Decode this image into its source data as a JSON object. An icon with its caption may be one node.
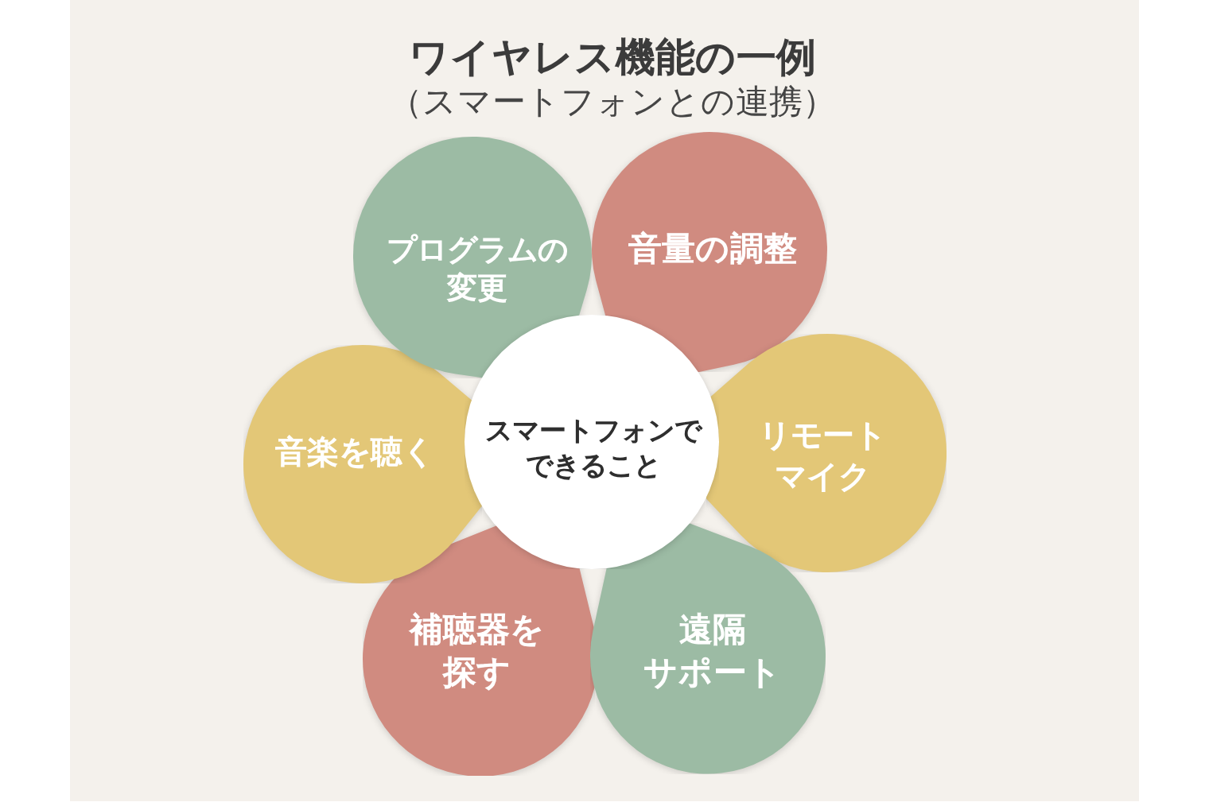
{
  "diagram": {
    "title": "ワイヤレス機能の一例",
    "nodes": [
      {
        "text": [
          "プログラムの変更"
        ]
      },
      {
        "text": [
          "音量の調整"
        ]
      },
      {
        "text": [
          "音楽を聴く"
        ]
      },
      {
        "text": [
          "スマートフォンでできること"
        ]
      },
      {
        "text": [
          "リモートマイク"
        ]
      },
      {
        "text": [
          "補聴器を探す"
        ]
      },
      {
        "text": [
          "遠隔サポート"
        ]
      }
    ],
    "labels": [
      "（スマートフォンとの連携）"
    ]
  }
}
